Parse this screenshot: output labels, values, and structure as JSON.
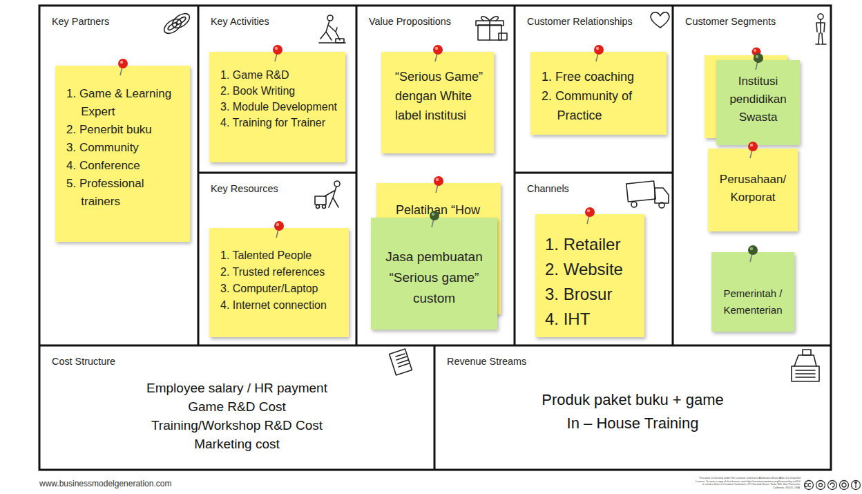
{
  "diagram": {
    "nodes": [
      {
        "text": [
          "Key Partners"
        ]
      },
      {
        "text": [
          "1. Game & Learning Expert",
          "2. Penerbit buku",
          "3. Community",
          "4. Conference",
          "5. Professional trainers"
        ],
        "in": 0
      },
      {
        "text": [
          "Key Activities"
        ]
      },
      {
        "text": [
          "1. Game R&D",
          "2. Book Writing",
          "3. Module Development",
          "4. Training for Trainer"
        ],
        "in": 2
      },
      {
        "text": [
          "Value Propositions"
        ]
      },
      {
        "text": [
          "“Serious Game” dengan White label institusi"
        ],
        "in": 4
      },
      {
        "text": [
          "Pelatihan “How"
        ],
        "in": 4
      },
      {
        "text": [
          "Jasa pembuatan “Serious game” custom"
        ],
        "in": 4
      },
      {
        "text": [
          "Customer Relationships"
        ]
      },
      {
        "text": [
          "1. Free coaching",
          "2. Community of Practice"
        ],
        "in": 8
      },
      {
        "text": [
          "Customer Segments"
        ]
      },
      {
        "text": [
          "Institusi pendidikan Swasta"
        ],
        "in": 10
      },
      {
        "text": [
          "Perusahaan/ Korporat"
        ],
        "in": 10
      },
      {
        "text": [
          "Pemerintah / Kementerian"
        ],
        "in": 10
      },
      {
        "text": [
          "Key Resources"
        ]
      },
      {
        "text": [
          "1. Talented People",
          "2. Trusted references",
          "3. Computer/Laptop",
          "4. Internet connection"
        ],
        "in": 14
      },
      {
        "text": [
          "Channels"
        ]
      },
      {
        "text": [
          "1. Retailer",
          "2. Website",
          "3. Brosur",
          "4. IHT"
        ],
        "in": 16
      },
      {
        "text": [
          "Cost Structure",
          "Employee salary / HR payment",
          "Game R&D Cost",
          "Training/Workshop R&D Cost",
          "Marketing cost"
        ]
      },
      {
        "text": [
          "Revenue Streams",
          "Produk paket buku + game",
          "In – House Training"
        ]
      }
    ],
    "labels": [
      "www.businessmodelgeneration.com",
      "This work is licensed under the Creative Commons Attribution-Share Alike 3.0 Unported License. To view a copy of this license, visit http://creativecommons.org/licenses/by-sa/3.0/ or send a letter to Creative Commons, 171 Second Street, Suite 300, San Francisco, California, 94105, USA."
    ]
  }
}
